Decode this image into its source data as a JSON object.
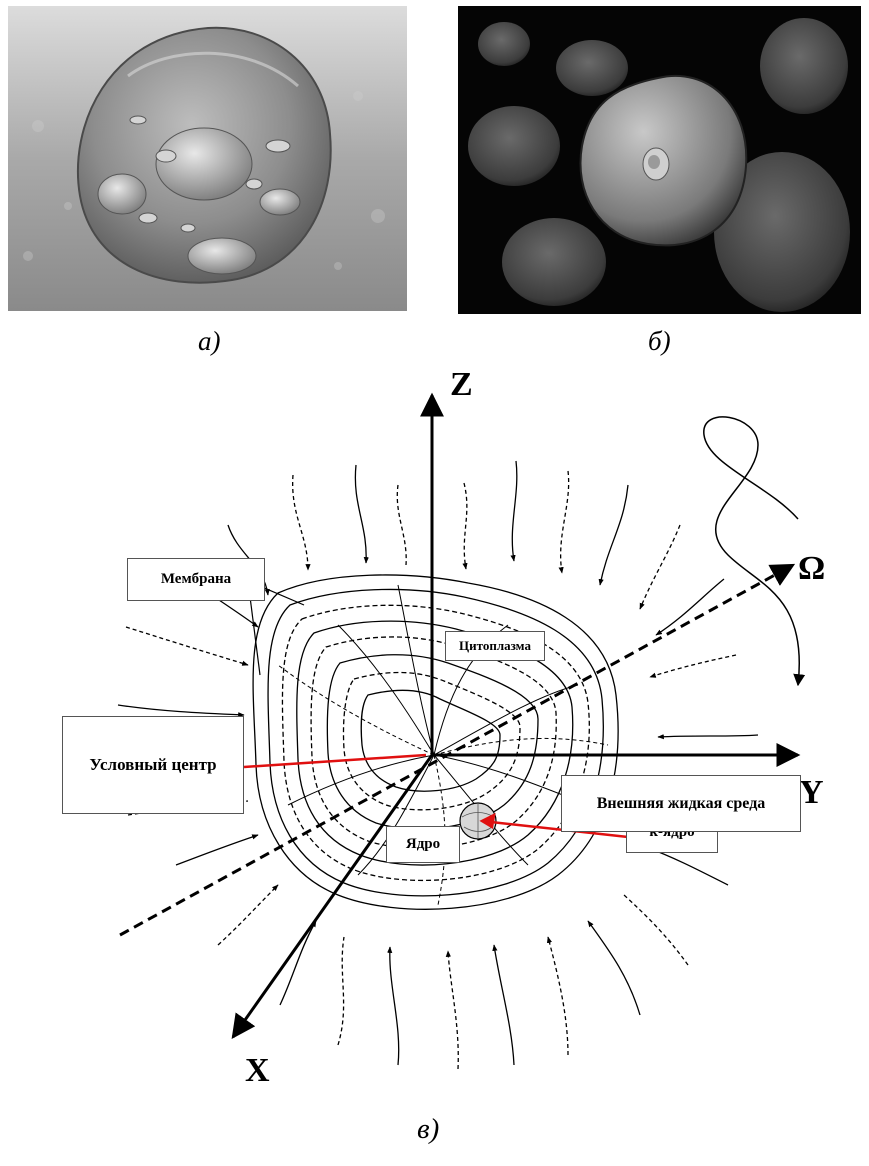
{
  "captions": {
    "a": "а)",
    "b": "б)",
    "c": "в)"
  },
  "axes": {
    "z": "Z",
    "y": "Y",
    "x": "X",
    "omega": "Ω"
  },
  "labels": {
    "membrane": "Мембрана",
    "cytoplasm": "Цитоплазма",
    "conditional_center": "Условный центр",
    "k_nucleus": "к-ядро",
    "nucleus": "Ядро",
    "external_medium": "Внешняя жидкая среда"
  },
  "colors": {
    "pointer": "#e01010",
    "ink": "#000000"
  }
}
